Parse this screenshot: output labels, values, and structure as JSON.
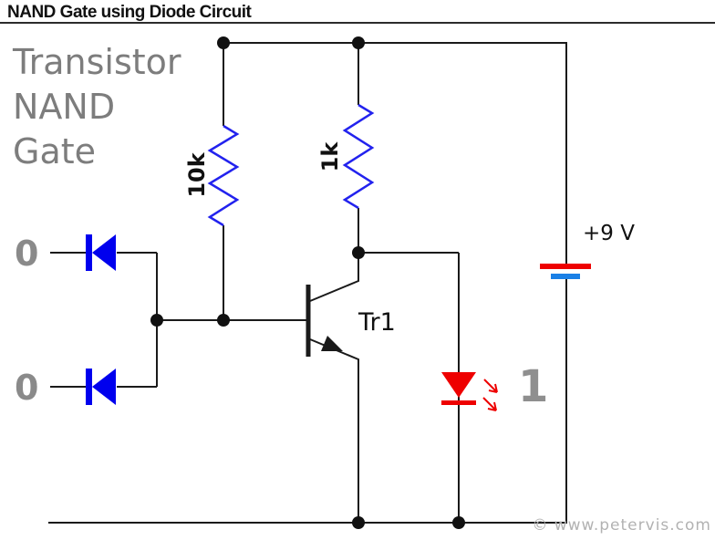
{
  "header": {
    "title": "NAND Gate using Diode Circuit"
  },
  "caption": {
    "line1": "Transistor",
    "line2": "NAND",
    "line3": "Gate"
  },
  "labels": {
    "input_a": "0",
    "input_b": "0",
    "output": "1",
    "resistor_1": "10k",
    "resistor_2": "1k",
    "transistor": "Tr1",
    "supply": "+9 V"
  },
  "watermark": "© www.petervis.com",
  "components": {
    "diode_1": "input diode A",
    "diode_2": "input diode B",
    "resistor_1": "10k base resistor",
    "resistor_2": "1k collector resistor",
    "transistor": "NPN transistor Tr1",
    "led": "output LED",
    "battery": "9 V battery"
  },
  "colors": {
    "wire": "#1a1a1a",
    "dot": "#111111",
    "diode_blue": "#0000ee",
    "resistor_blue": "#2222ee",
    "led_red": "#ee0000",
    "battery_positive_red": "#ee0000",
    "battery_negative_blue": "#1a80e6",
    "caption_gray": "#7d7d7d",
    "io_label_gray": "#8a8a8a",
    "watermark_gray": "#b2b2b2"
  }
}
